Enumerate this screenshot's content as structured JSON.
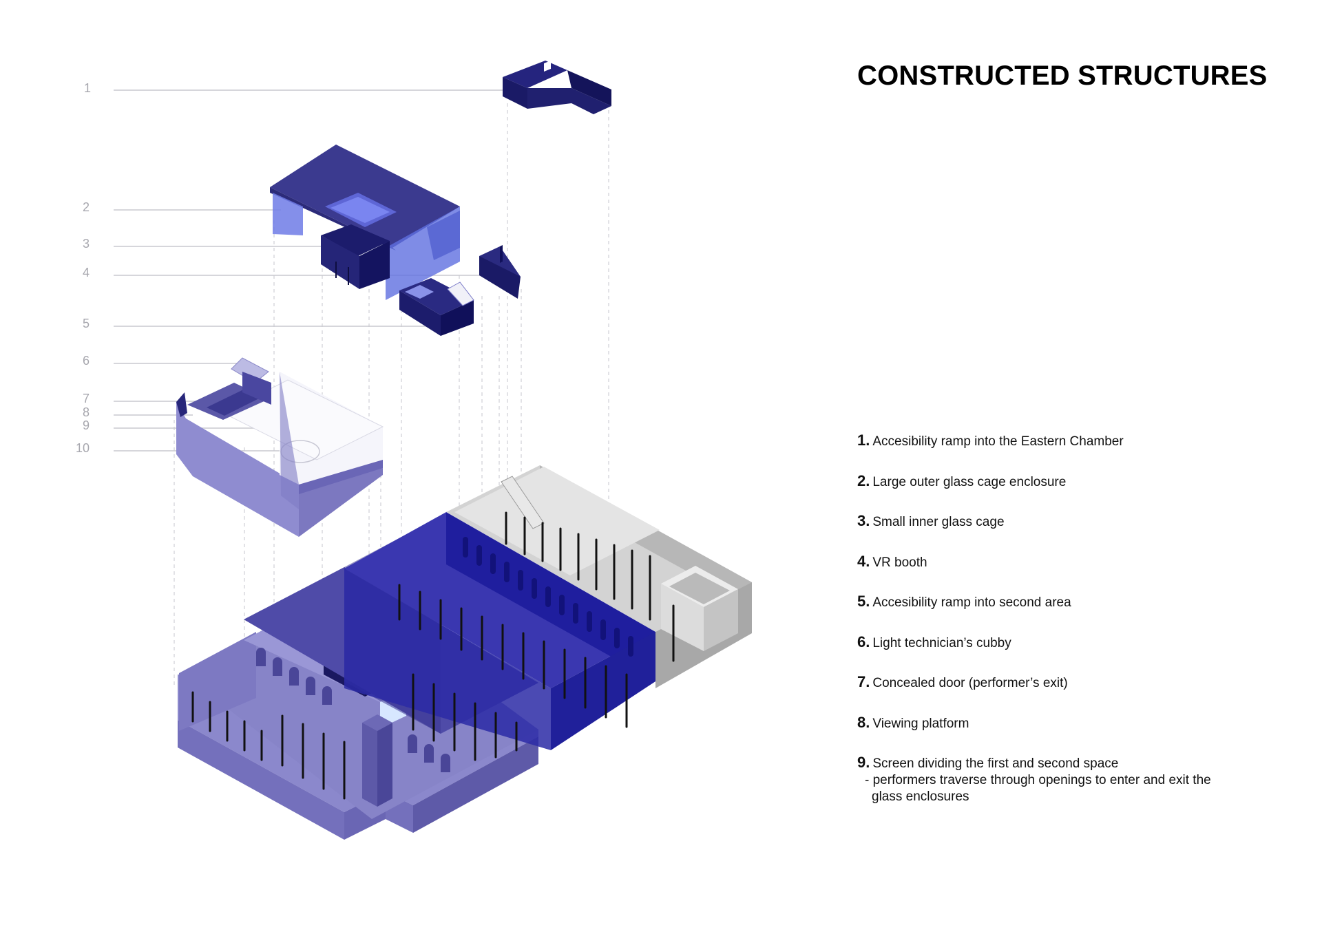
{
  "title": "CONSTRUCTED STRUCTURES",
  "callouts": [
    "1",
    "2",
    "3",
    "4",
    "5",
    "6",
    "7",
    "8",
    "9",
    "10"
  ],
  "legend": [
    {
      "num": "1.",
      "text": "Accesibility ramp into the Eastern Chamber"
    },
    {
      "num": "2.",
      "text": "Large outer glass cage enclosure"
    },
    {
      "num": "3.",
      "text": "Small inner glass cage"
    },
    {
      "num": "4.",
      "text": "VR booth"
    },
    {
      "num": "5.",
      "text": "Accesibility ramp into second area"
    },
    {
      "num": "6.",
      "text": "Light technician’s cubby"
    },
    {
      "num": "7.",
      "text": "Concealed door (performer’s exit)"
    },
    {
      "num": "8.",
      "text": "Viewing platform"
    },
    {
      "num": "9.",
      "text": "Screen dividing the first and second space",
      "note": "- performers traverse through openings to enter and exit the glass enclosures"
    }
  ],
  "colors": {
    "navy": "#1c1c7a",
    "indigo": "#3c3b8f",
    "glass": "#6f7be6",
    "lavender": "#8784c4",
    "pale_lavender": "#c6c4ea",
    "grey": "#bdbdbd",
    "leader": "#c9c9cf"
  }
}
